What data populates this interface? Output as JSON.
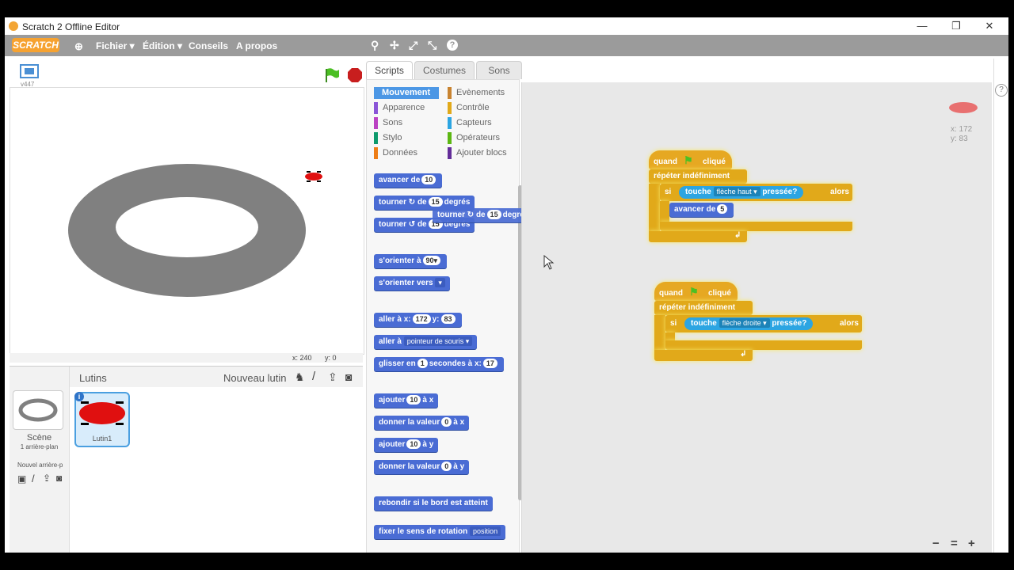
{
  "window": {
    "title": "Scratch 2 Offline Editor",
    "minimize": "—",
    "restore": "❐",
    "close": "✕"
  },
  "menubar": {
    "logo": "SCRATCH",
    "items": [
      "Fichier ▾",
      "Édition ▾",
      "Conseils",
      "A propos"
    ],
    "tool_icons": [
      "duplicate-icon",
      "cut-icon",
      "grow-icon",
      "shrink-icon",
      "help-icon"
    ]
  },
  "stage": {
    "version": "v447",
    "mouse_x": "x: 240",
    "mouse_y": "y: 0"
  },
  "sprites_panel": {
    "header": "Lutins",
    "new_sprite": "Nouveau lutin",
    "scene_label": "Scène",
    "scene_backdrops": "1 arrière-plan",
    "new_backdrop": "Nouvel arrière-p",
    "sprite_name": "Lutin1"
  },
  "tabs": [
    "Scripts",
    "Costumes",
    "Sons"
  ],
  "categories": {
    "left": [
      "Mouvement",
      "Apparence",
      "Sons",
      "Stylo",
      "Données"
    ],
    "right": [
      "Evènements",
      "Contrôle",
      "Capteurs",
      "Opérateurs",
      "Ajouter blocs"
    ],
    "colors_left": [
      "#4a6cd4",
      "#8a55d7",
      "#bb42c3",
      "#0e9a6c",
      "#ee7d16"
    ],
    "colors_right": [
      "#c88330",
      "#e1a91a",
      "#2ca5e2",
      "#5cb712",
      "#632d99"
    ]
  },
  "palette": {
    "move": {
      "label": "avancer de",
      "value": "10"
    },
    "turn_right": {
      "label": "tourner",
      "label2": "de",
      "value": "15",
      "unit": "degrés"
    },
    "turn_left": {
      "label": "tourner",
      "label2": "de",
      "value": "15",
      "unit": "degrés"
    },
    "dragging": {
      "label": "tourner",
      "label2": "de",
      "value": "15",
      "unit": "degrés"
    },
    "point_dir": {
      "label": "s'orienter à",
      "value": "90▾"
    },
    "point_to": {
      "label": "s'orienter vers",
      "value": "▾"
    },
    "goto_xy": {
      "label": "aller à x:",
      "x": "172",
      "ylabel": "y:",
      "y": "83"
    },
    "goto": {
      "label": "aller à",
      "value": "pointeur de souris ▾"
    },
    "glide": {
      "label": "glisser en",
      "secs": "1",
      "label2": "secondes à x:",
      "x": "17"
    },
    "change_x": {
      "label": "ajouter",
      "value": "10",
      "label2": "à x"
    },
    "set_x": {
      "label": "donner la valeur",
      "value": "0",
      "label2": "à x"
    },
    "change_y": {
      "label": "ajouter",
      "value": "10",
      "label2": "à y"
    },
    "set_y": {
      "label": "donner la valeur",
      "value": "0",
      "label2": "à y"
    },
    "bounce": {
      "label": "rebondir si le bord est atteint"
    },
    "rotation_style": {
      "label": "fixer le sens de rotation",
      "value": "position"
    }
  },
  "scripts": {
    "sprite_x": "x: 172",
    "sprite_y": "y: 83",
    "script1": {
      "hat": "quand",
      "hat2": "cliqué",
      "forever": "répéter indéfiniment",
      "if": "si",
      "then": "alors",
      "touch": "touche",
      "key": "flèche haut ▾",
      "pressed": "pressée?",
      "move": "avancer de",
      "move_val": "5"
    },
    "script2": {
      "hat": "quand",
      "hat2": "cliqué",
      "forever": "répéter indéfiniment",
      "if": "si",
      "then": "alors",
      "touch": "touche",
      "key": "flèche droite ▾",
      "pressed": "pressée?"
    },
    "zoom": [
      "−",
      "=",
      "+"
    ]
  }
}
